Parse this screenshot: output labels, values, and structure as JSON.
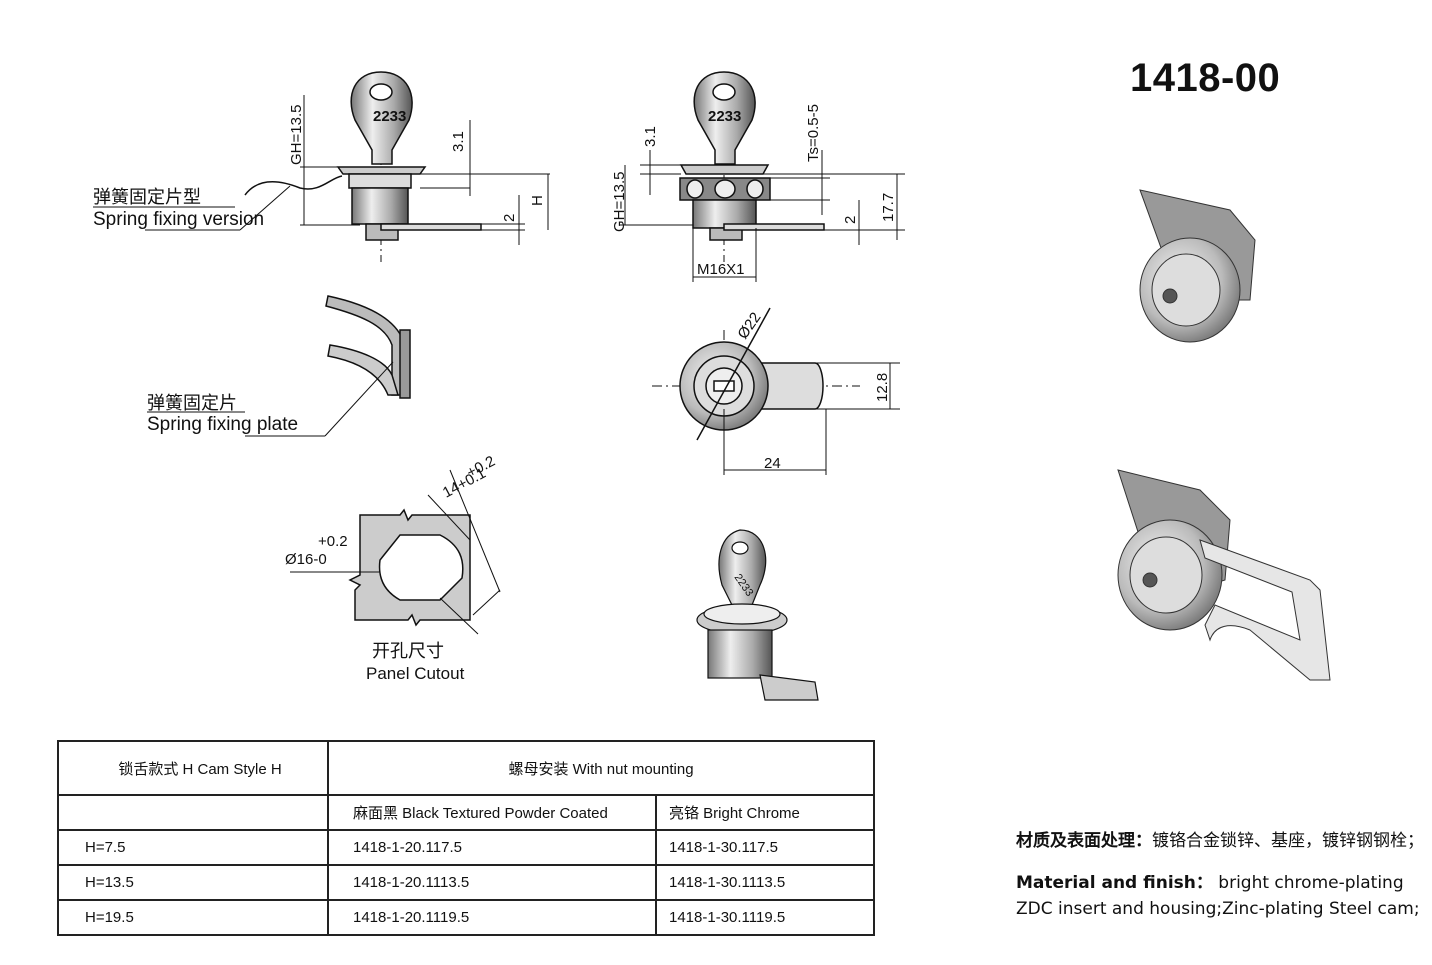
{
  "product": {
    "model": "1418-00"
  },
  "drawing_labels": {
    "spring_version_cn": "弹簧固定片型",
    "spring_version_en": "Spring fixing version",
    "spring_plate_cn": "弹簧固定片",
    "spring_plate_en": "Spring fixing plate",
    "cutout_cn": "开孔尺寸",
    "cutout_en": "Panel Cutout",
    "key_number": "2233"
  },
  "dimensions": {
    "gh_left": "GH=13.5",
    "d31_left": "3.1",
    "h": "H",
    "d2_left": "2",
    "d31_right": "3.1",
    "ts": "Ts=0.5-5",
    "gh_right": "GH=13.5",
    "d2_right": "2",
    "d177": "17.7",
    "thread": "M16X1",
    "dia22": "Ø22",
    "d128": "12.8",
    "d24": "24",
    "flat": "14+0.1",
    "flat_tol": "+0.2",
    "hole_tol": "+0.2",
    "hole": "Ø16-0"
  },
  "table": {
    "header_cam": "锁舌款式 H Cam Style H",
    "header_mount": "螺母安装 With nut mounting",
    "finish_black": "麻面黑 Black Textured Powder Coated",
    "finish_chrome": "亮铬 Bright Chrome",
    "rows": [
      {
        "h": "H=7.5",
        "black": "1418-1-20.117.5",
        "chrome": "1418-1-30.117.5"
      },
      {
        "h": "H=13.5",
        "black": "1418-1-20.1113.5",
        "chrome": "1418-1-30.1113.5"
      },
      {
        "h": "H=19.5",
        "black": "1418-1-20.1119.5",
        "chrome": "1418-1-30.1119.5"
      }
    ]
  },
  "material": {
    "cn_label": "材质及表面处理：",
    "cn_text": "镀铬合金锁锌、基座，镀锌钢钢栓；",
    "en_label": "Material and finish：",
    "en_text": "bright chrome-plating ZDC insert and housing;Zinc-plating Steel cam;"
  }
}
